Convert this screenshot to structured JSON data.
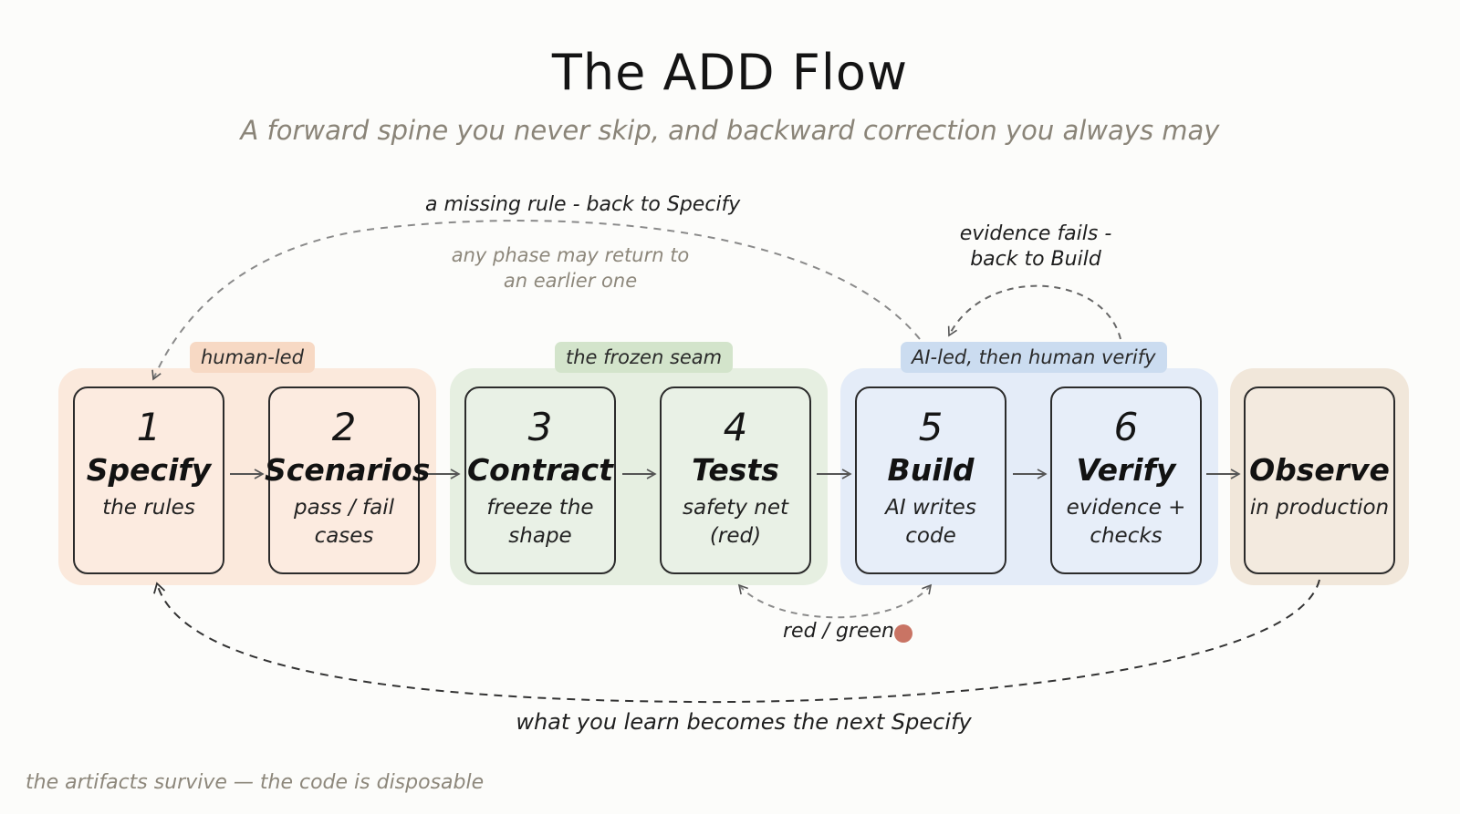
{
  "title": "The ADD Flow",
  "subtitle": "A forward spine you never skip, and backward correction you always may",
  "groups": {
    "human": "human-led",
    "seam": "the frozen seam",
    "ai": "AI-led, then human verify"
  },
  "phases": [
    {
      "num": "1",
      "name": "Specify",
      "desc": "the rules"
    },
    {
      "num": "2",
      "name": "Scenarios",
      "desc": "pass / fail cases"
    },
    {
      "num": "3",
      "name": "Contract",
      "desc": "freeze the shape"
    },
    {
      "num": "4",
      "name": "Tests",
      "desc": "safety net (red)"
    },
    {
      "num": "5",
      "name": "Build",
      "desc": "AI writes code"
    },
    {
      "num": "6",
      "name": "Verify",
      "desc": "evidence + checks"
    },
    {
      "num": "",
      "name": "Observe",
      "desc": "in production"
    }
  ],
  "annotations": {
    "missing_rule": "a missing rule - back to Specify",
    "any_phase": "any phase may return to an earlier one",
    "evidence_fails": "evidence fails - back to Build",
    "red_green": "red / green",
    "learn": "what you learn becomes the next Specify"
  },
  "footer": "the artifacts survive — the code is disposable",
  "colors": {
    "human": "#fbe9dc",
    "seam": "#e6efe1",
    "ai": "#e4ecf8",
    "observe": "#f1e7da",
    "red_dot": "#c97464"
  }
}
